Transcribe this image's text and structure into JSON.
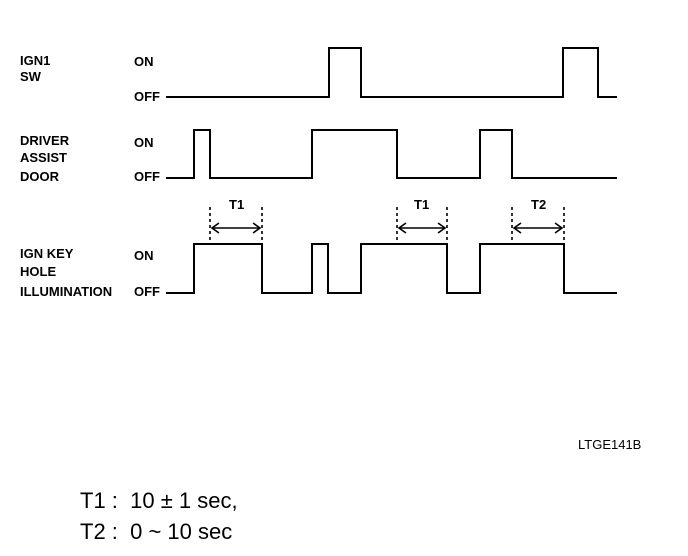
{
  "signals": [
    {
      "name_lines": [
        "IGN1",
        "SW"
      ],
      "on_label": "ON",
      "off_label": "OFF"
    },
    {
      "name_lines": [
        "DRIVER",
        "ASSIST",
        "DOOR"
      ],
      "on_label": "ON",
      "off_label": "OFF"
    },
    {
      "name_lines": [
        "IGN KEY",
        "HOLE",
        "ILLUMINATION"
      ],
      "on_label": "ON",
      "off_label": "OFF"
    }
  ],
  "intervals": [
    {
      "label": "T1"
    },
    {
      "label": "T1"
    },
    {
      "label": "T2"
    }
  ],
  "figure_code": "LTGE141B",
  "legend": {
    "t1": "T1 :  10 ± 1 sec,",
    "t2": "T2 :  0 ~ 10 sec"
  }
}
